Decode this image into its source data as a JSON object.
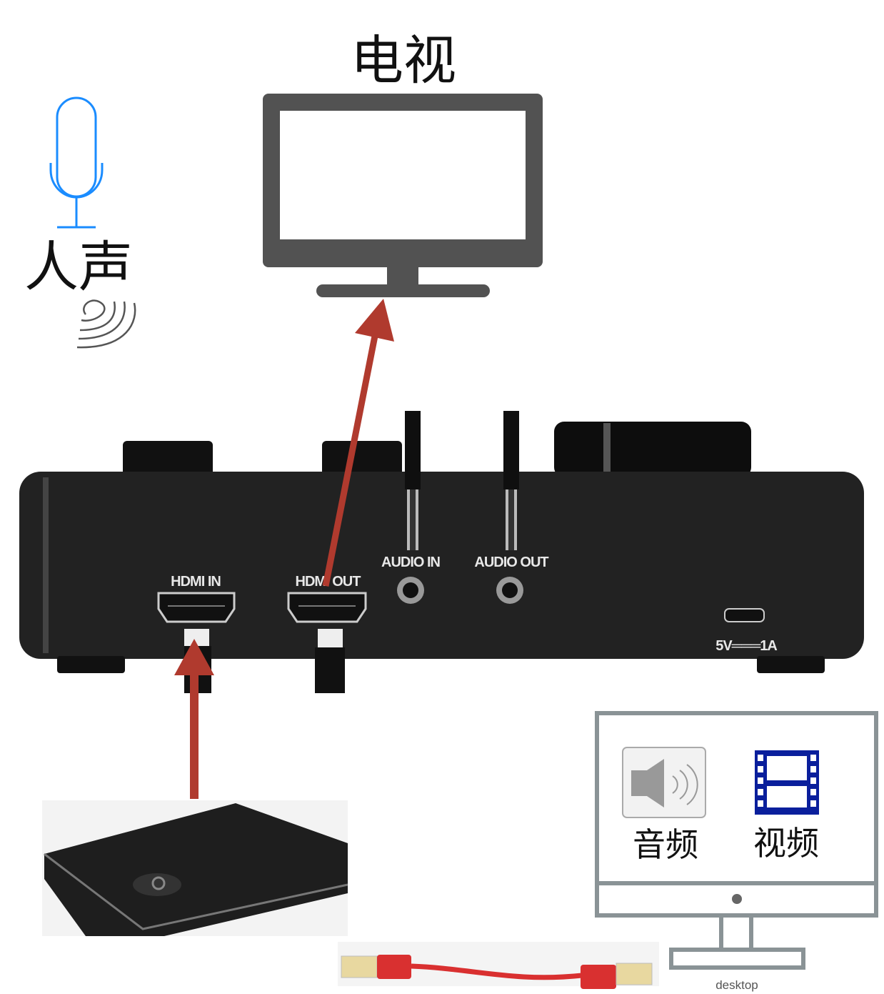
{
  "tv": {
    "title": "电视"
  },
  "voice": {
    "label": "人声"
  },
  "device": {
    "hdmi_in": "HDMI IN",
    "hdmi_out": "HDMI OUT",
    "audio_in": "AUDIO IN",
    "audio_out": "AUDIO OUT",
    "power": "5V═══1A"
  },
  "desktop": {
    "audio_label": "音频",
    "video_label": "视频",
    "caption": "desktop"
  },
  "colors": {
    "arrow": "#b03a2e",
    "mic": "#1a8cff",
    "film": "#0a1f9c",
    "tv": "#525252",
    "monitor": "#8a9396"
  }
}
